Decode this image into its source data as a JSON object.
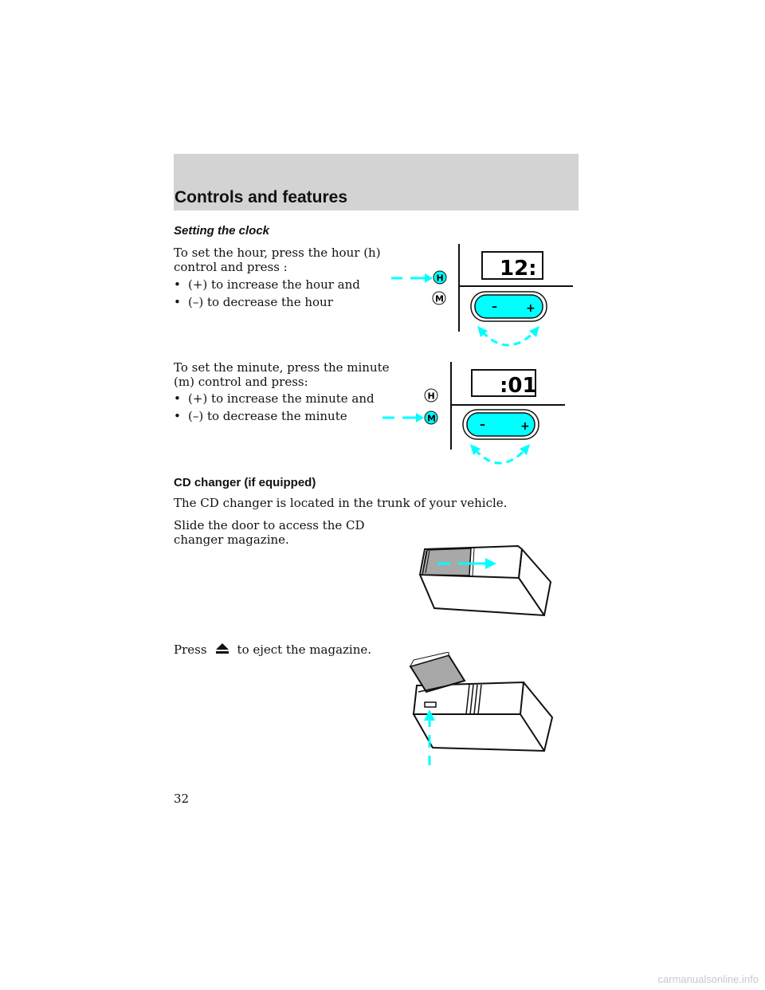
{
  "header": {
    "title": "Controls and features"
  },
  "clock": {
    "heading": "Setting the clock",
    "hour_intro_1": "To set the hour, press the hour (h)",
    "hour_intro_2": "control and press :",
    "hour_bullets": [
      "(+) to increase the hour and",
      "(–) to decrease the hour"
    ],
    "minute_intro_1": "To set the minute, press the minute",
    "minute_intro_2": "(m) control and press:",
    "minute_bullets": [
      "(+) to increase the minute and",
      "(–) to decrease the minute"
    ],
    "bullet_symbol": "•",
    "fig1": {
      "display": "12:",
      "label_h": "H",
      "label_m": "M",
      "minus": "–",
      "plus": "+"
    },
    "fig2": {
      "display": ":01",
      "label_h": "H",
      "label_m": "M",
      "minus": "–",
      "plus": "+"
    }
  },
  "cd": {
    "heading": "CD changer (if equipped)",
    "location": "The CD changer is located in the trunk of your vehicle.",
    "slide_1": "Slide the door to access the CD",
    "slide_2": "changer magazine.",
    "press_before": "Press",
    "press_after": "to eject the magazine."
  },
  "page": {
    "number": "32"
  },
  "footer": {
    "watermark": "carmanualsonline.info"
  },
  "colors": {
    "accent": "#00ffff",
    "header_band": "#d3d3d3",
    "door_gray": "#a8a8a8"
  },
  "icons": {
    "eject": "eject-icon"
  }
}
